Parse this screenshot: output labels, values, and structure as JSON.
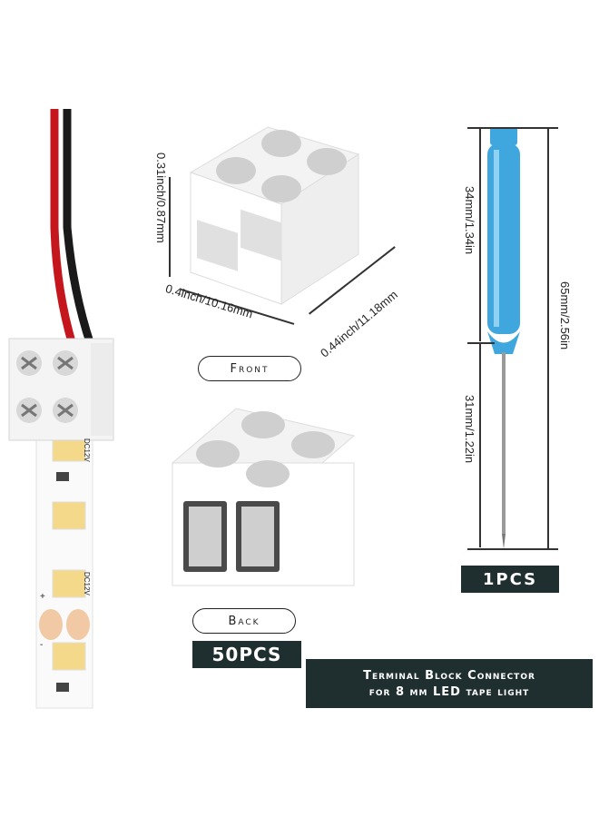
{
  "labels": {
    "front": "Front",
    "back": "Back",
    "qty_connectors": "50PCS",
    "qty_screwdriver": "1PCS",
    "title_line1": "Terminal Block Connector",
    "title_line2": "for 8 mm LED tape light"
  },
  "dimensions": {
    "height": "0.31inch/0.87mm",
    "width": "0.4inch/10.16mm",
    "depth": "0.44inch/11.18mm",
    "handle": "34mm/1.34in",
    "total": "65mm/2.56in",
    "shaft": "31mm/1.22in"
  },
  "strip_markings": {
    "voltage": "DC12V",
    "plus": "+",
    "minus": "-"
  },
  "colors": {
    "plate": "#1f2f30",
    "handle": "#3fa7dd",
    "wire_red": "#c4161c",
    "wire_black": "#1a1a1a",
    "led": "#f5d98b",
    "pad": "#f1c9a5"
  }
}
